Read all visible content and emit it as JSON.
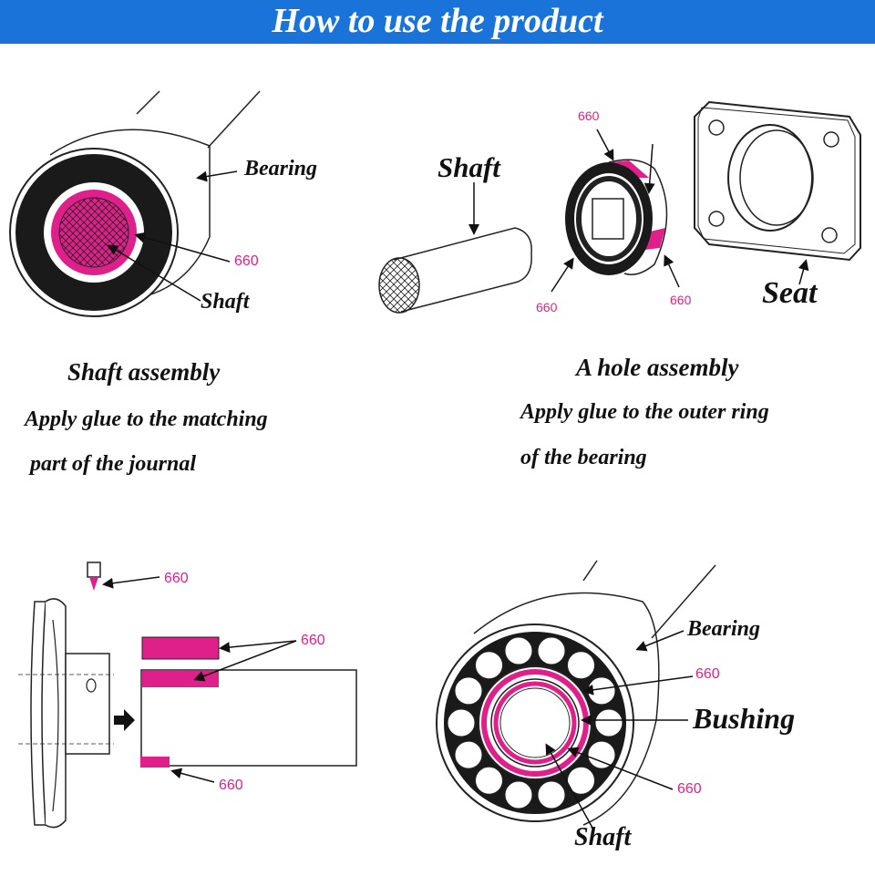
{
  "banner": {
    "title": "How to use the product"
  },
  "colors": {
    "accent": "#e0208a",
    "banner_bg": "#1a73d9"
  },
  "panel_shaft_assembly": {
    "bearing_label": "Bearing",
    "shaft_label": "Shaft",
    "code_label": "660",
    "heading": "Shaft assembly",
    "instruction_line1": "Apply glue to the matching",
    "instruction_line2": "part of the journal"
  },
  "panel_hole_assembly": {
    "shaft_label": "Shaft",
    "seat_label": "Seat",
    "code_top": "660",
    "code_left": "660",
    "code_right": "660",
    "heading": "A hole assembly",
    "instruction_line1": "Apply glue to the outer ring",
    "instruction_line2": "of the bearing"
  },
  "panel_pulley": {
    "code_nozzle": "660",
    "code_sleeve_top": "660",
    "code_sleeve_bottom": "660"
  },
  "panel_bushing": {
    "bearing_label": "Bearing",
    "code_upper": "660",
    "bushing_label": "Bushing",
    "code_lower": "660",
    "shaft_label": "Shaft"
  }
}
